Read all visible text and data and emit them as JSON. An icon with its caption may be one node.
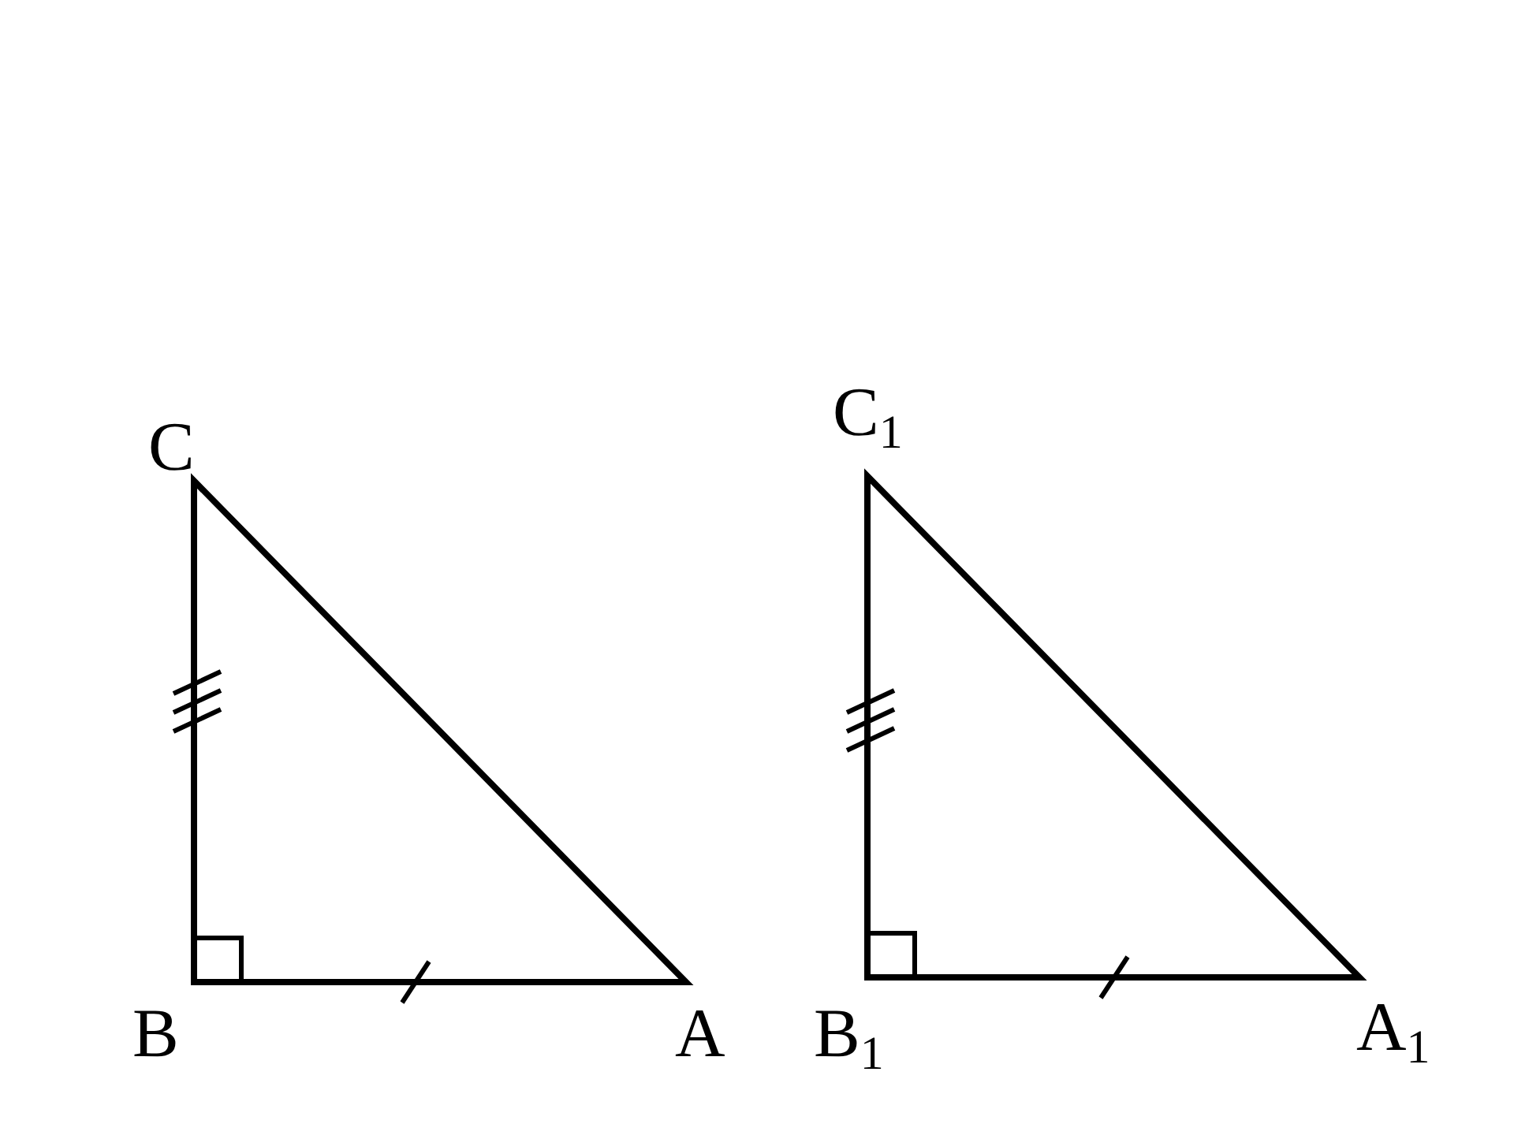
{
  "diagram": {
    "labels": [
      "C",
      "C$_{1}$",
      "B",
      "A",
      "B$_{1}$",
      "A$_{1}$"
    ]
  }
}
